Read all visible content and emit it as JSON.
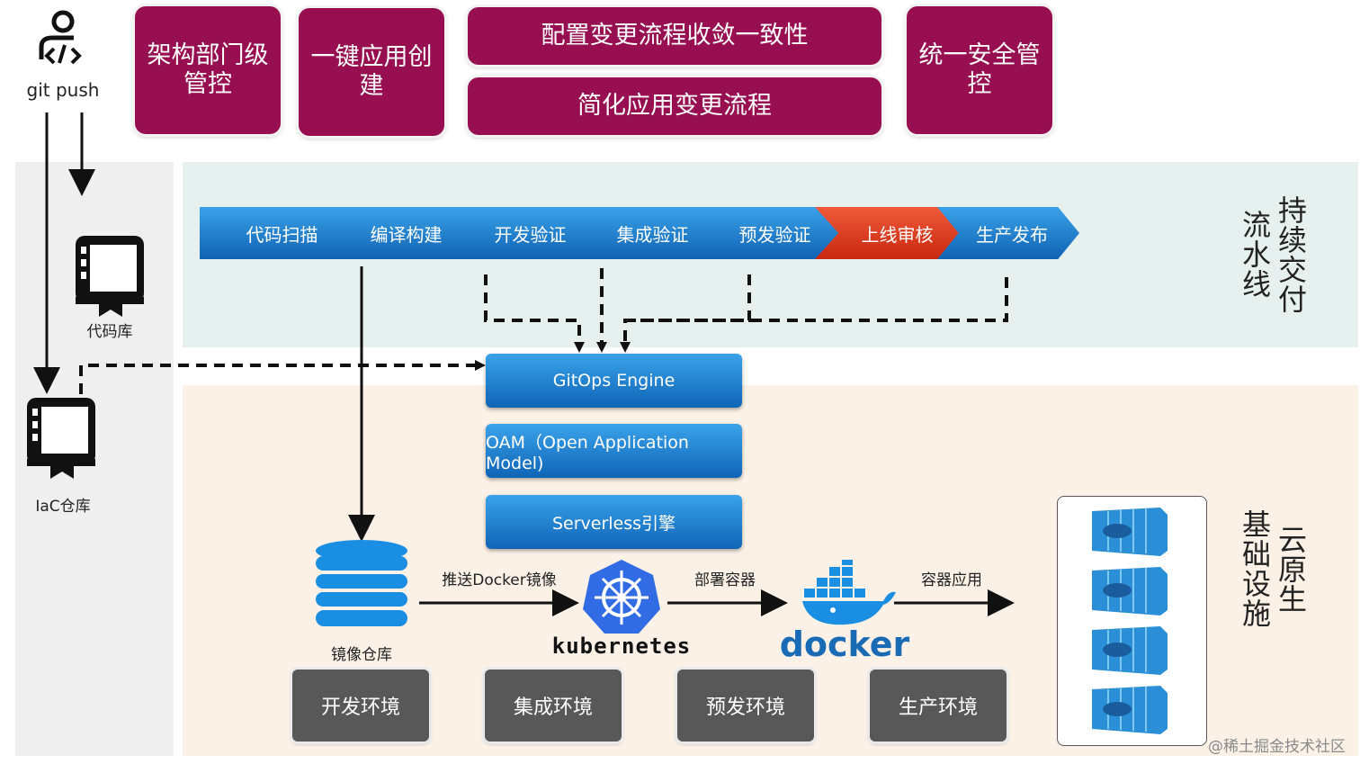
{
  "top_boxes": {
    "arch": "架构部门级\n管控",
    "one_click": "一键应用创\n建",
    "config": "配置变更流程收敛一致性",
    "simplify": "简化应用变更流程",
    "security": "统一安全管\n控"
  },
  "git_push": "git push",
  "repo_label": "代码库",
  "iac_label": "IaC仓库",
  "pipeline": [
    "代码扫描",
    "编译构建",
    "开发验证",
    "集成验证",
    "预发验证",
    "上线审核",
    "生产发布"
  ],
  "cd_label": [
    "持续交付",
    "流水线"
  ],
  "infra_label": [
    "云原生",
    "基础设施"
  ],
  "engine": {
    "gitops": "GitOps Engine",
    "oam": "OAM（Open Application Model)",
    "serverless": "Serverless引擎"
  },
  "registry_label": "镜像仓库",
  "arrow_labels": {
    "push": "推送Docker镜像",
    "deploy": "部署容器",
    "app": "容器应用"
  },
  "kubernetes_text": "kubernetes",
  "docker_text": "docker",
  "envs": [
    "开发环境",
    "集成环境",
    "预发环境",
    "生产环境"
  ],
  "watermark": "@稀土掘金技术社区",
  "colors": {
    "maroon": "#970f50",
    "blue": "#1a78c8",
    "red": "#e0401f",
    "env": "#585858"
  }
}
